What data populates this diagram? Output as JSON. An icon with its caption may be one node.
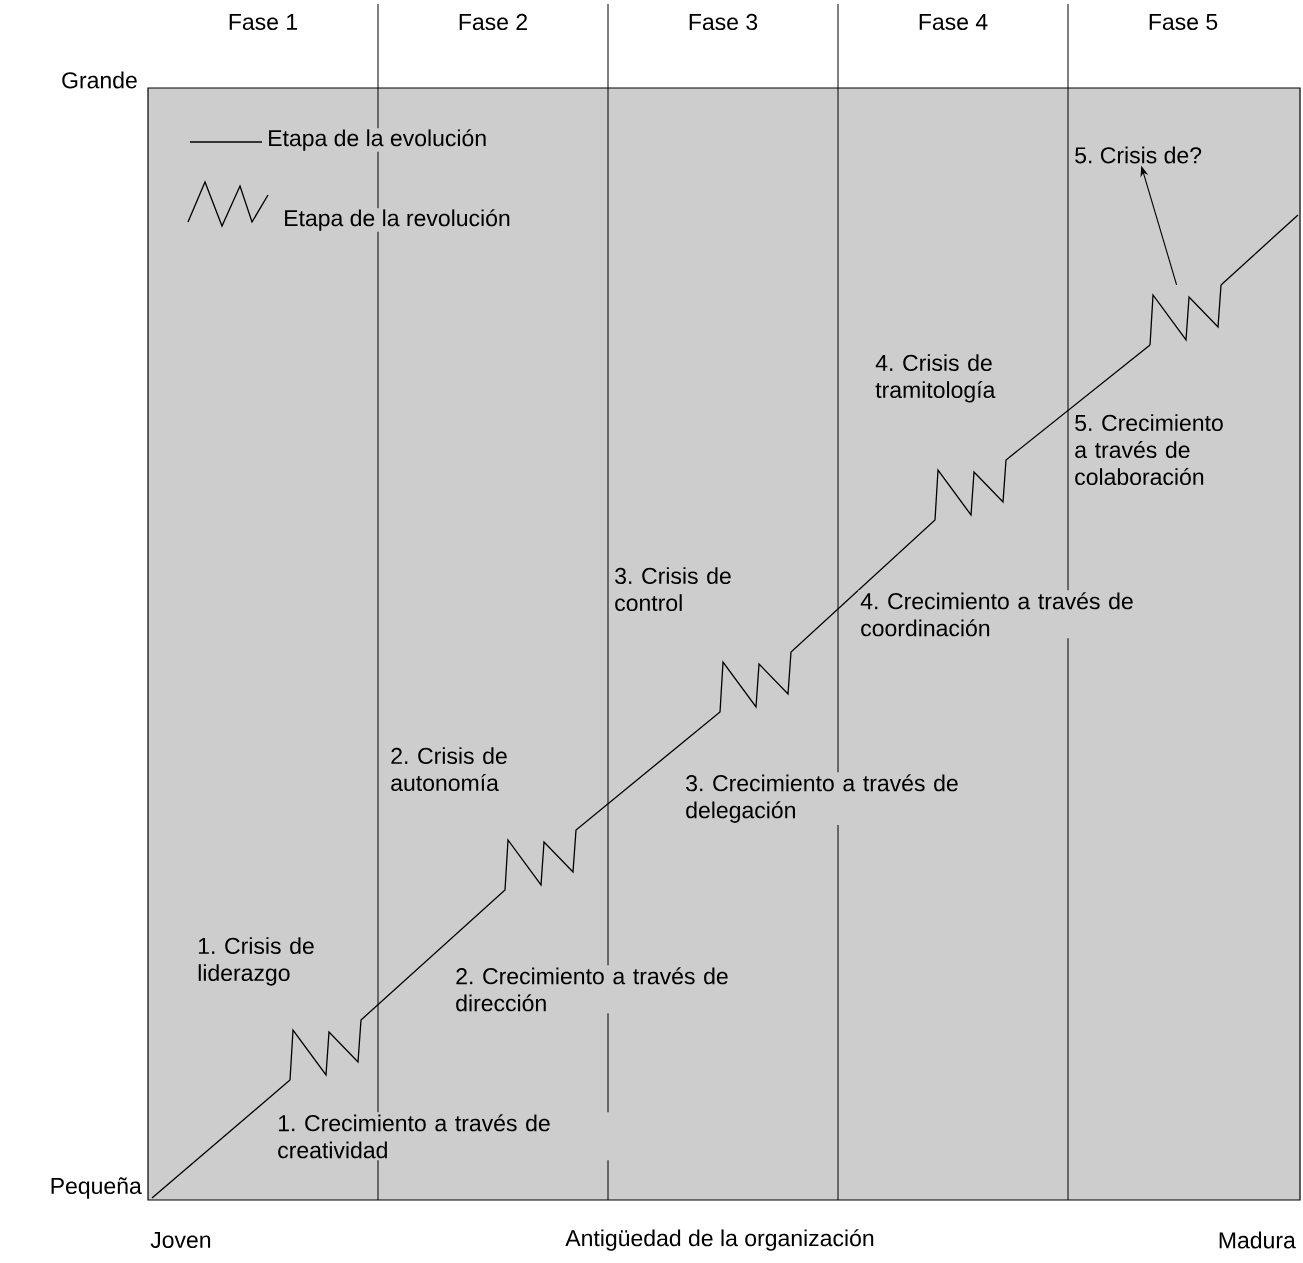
{
  "diagram": {
    "nodes": [
      {
        "text": [
          "5. Crisis de?"
        ]
      },
      {
        "text": [],
        "shape": "zigzag"
      }
    ],
    "edges": [
      {
        "from": 1,
        "to": 0,
        "arrow": "to"
      }
    ],
    "labels": [
      "Fase 1",
      "Fase 2",
      "Fase 3",
      "Fase 4",
      "Fase 5",
      "Grande",
      "4. Crisis de tramitología",
      "5. Crecimiento a través de colaboración",
      "3. Crisis de control",
      "4. Crecimiento a través de coordinación",
      "2. Crisis de autonomía",
      "3. Crecimiento a través de delegación",
      "1. Crisis de liderazgo",
      "2. Crecimiento a través de dirección",
      "1. Crecimiento a través de creatividad",
      "Pequeña",
      "Joven",
      "Antigüedad de la organización",
      "Madura"
    ],
    "legend": [
      {
        "text": "Etapa de la evolución"
      },
      {
        "text": "Etapa de la revolución"
      }
    ]
  }
}
